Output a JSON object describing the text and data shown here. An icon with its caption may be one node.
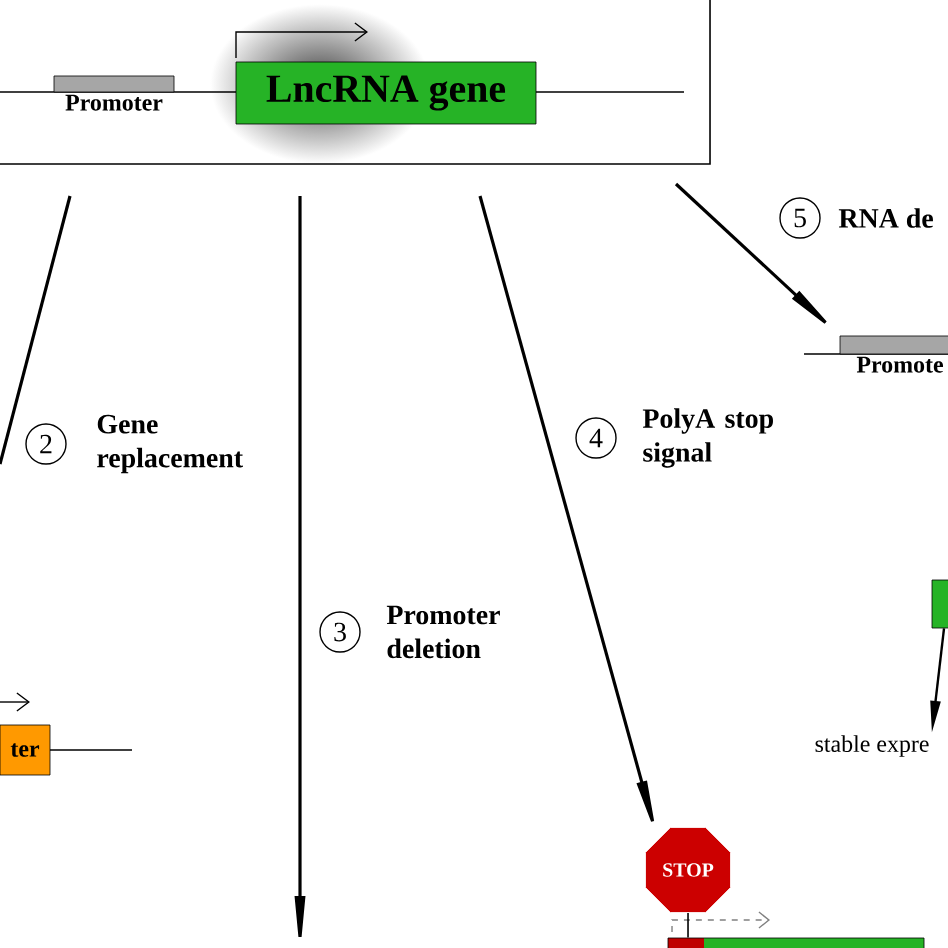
{
  "diagram": {
    "nodes": [
      {
        "text": [],
        "shape": "box"
      },
      {
        "text": [
          "Promoter"
        ],
        "in": 0
      },
      {
        "text": [
          "LncRNA gene"
        ],
        "in": 0
      },
      {
        "text": [
          "ter"
        ]
      },
      {
        "text": [
          "STOP"
        ]
      },
      {
        "text": [
          "Promote"
        ]
      },
      {
        "text": [],
        "shape": "box"
      },
      {
        "text": [
          "stable expre"
        ]
      },
      {
        "text": [],
        "shape": "box"
      }
    ],
    "edges": [
      {
        "from": 0,
        "to": null,
        "arrow": "none"
      },
      {
        "from": 0,
        "to": null,
        "arrow": "to"
      },
      {
        "from": 0,
        "to": 4,
        "arrow": "to"
      },
      {
        "from": 0,
        "to": 5,
        "arrow": "to"
      },
      {
        "from": 6,
        "to": 7,
        "arrow": "to"
      },
      {
        "from": 4,
        "to": 8,
        "arrow": "none"
      }
    ],
    "labels": [
      "2",
      "Gene replacement",
      "3",
      "Promoter deletion",
      "4",
      "PolyA stop signal",
      "5",
      "RNA de"
    ]
  }
}
